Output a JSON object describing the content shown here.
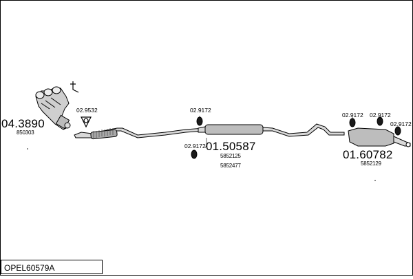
{
  "diagram_code": "OPEL60579A",
  "parts": [
    {
      "id": "manifold",
      "number": "04.3890",
      "oe_numbers": [
        "850303"
      ]
    },
    {
      "id": "front-pipe-gasket",
      "number": "02.9532",
      "oe_numbers": []
    },
    {
      "id": "middle-silencer",
      "number": "01.50587",
      "oe_numbers": [
        "5852125",
        "5852477"
      ]
    },
    {
      "id": "rear-silencer",
      "number": "01.60782",
      "oe_numbers": [
        "5852129"
      ]
    }
  ],
  "rubber_mount_number": "02.9172",
  "colors": {
    "line": "#000000",
    "part_fill": "#bdbdbd",
    "mount_fill": "#1a1a1a"
  }
}
